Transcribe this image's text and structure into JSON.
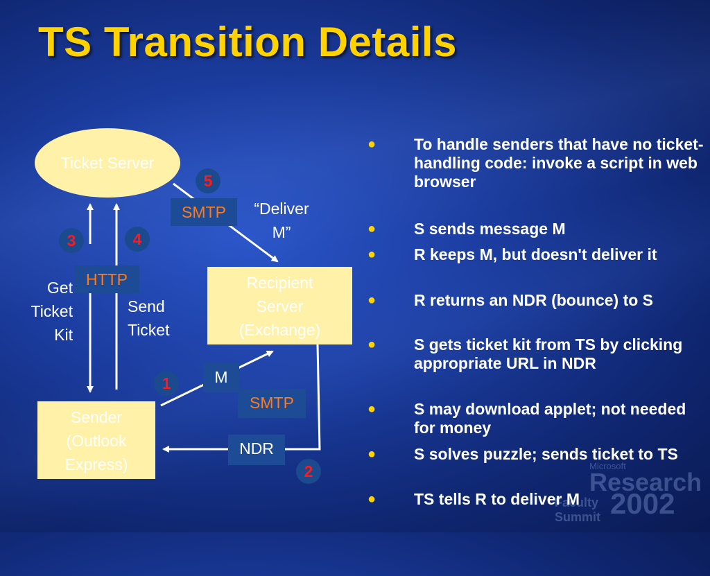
{
  "title": "TS Transition Details",
  "diagram": {
    "ticket_server": "Ticket Server",
    "recipient_server": [
      "Recipient",
      "Server",
      "(Exchange)"
    ],
    "sender": [
      "Sender",
      "(Outlook",
      "Express)"
    ],
    "tags": {
      "smtp_top": "SMTP",
      "http": "HTTP",
      "m": "M",
      "smtp_bottom": "SMTP",
      "ndr": "NDR"
    },
    "labels": {
      "deliver_m": [
        "“Deliver",
        "M”"
      ],
      "get_ticket_kit": [
        "Get",
        "Ticket",
        "Kit"
      ],
      "send_ticket": [
        "Send",
        "Ticket"
      ]
    },
    "steps": [
      "1",
      "2",
      "3",
      "4",
      "5"
    ]
  },
  "bullets": [
    "To handle senders that have no ticket-handling code: invoke a script in web browser",
    "S sends message M",
    "R keeps M, but doesn't deliver it",
    "R returns an NDR (bounce) to S",
    "S gets ticket kit from TS by clicking appropriate URL in NDR",
    "S may download applet; not needed for money",
    "S solves puzzle; sends ticket to TS",
    "TS tells R to deliver M"
  ],
  "watermark": {
    "small": "Microsoft",
    "research": "Research",
    "year": "2002",
    "summit": "Faculty Summit"
  },
  "colors": {
    "title": "#FFD200",
    "box_fill": "#FFF1A8",
    "tag_fill": "#1d4b96",
    "tag_text_orange": "#FF7A1A",
    "step_number": "#FF1A1A",
    "bullet_dot": "#FFD200"
  }
}
